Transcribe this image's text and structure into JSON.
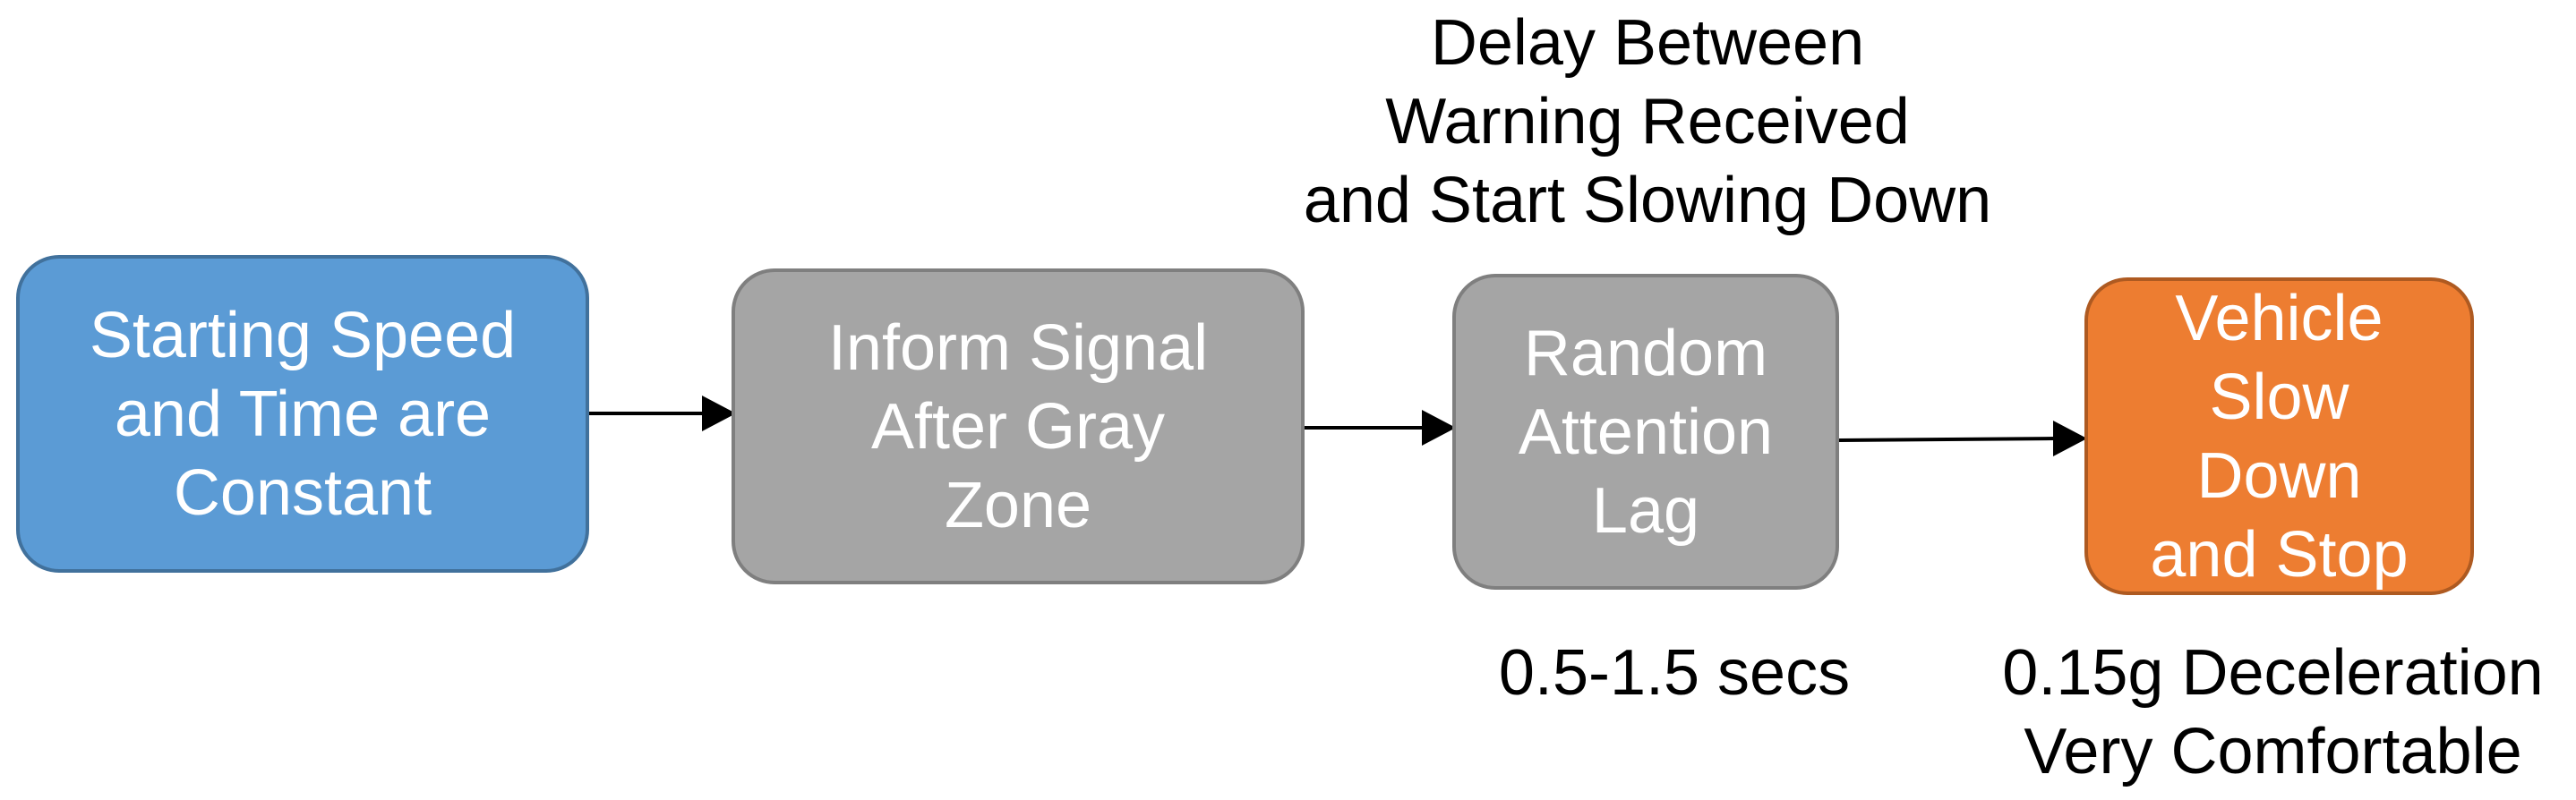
{
  "nodes": {
    "start": {
      "label": "Starting Speed\nand Time are\nConstant",
      "fill": "#5b9bd5"
    },
    "inform": {
      "label": "Inform Signal\nAfter Gray\nZone",
      "fill": "#a5a5a5"
    },
    "random": {
      "label": "Random\nAttention\nLag",
      "fill": "#a5a5a5"
    },
    "vehicle": {
      "label": "Vehicle\nSlow\nDown\nand Stop",
      "fill": "#ed7d31"
    }
  },
  "annotations": {
    "delay": "Delay Between\nWarning Received\nand Start Slowing Down",
    "lag": "0.5-1.5 secs",
    "decel": "0.15g Deceleration\nVery Comfortable"
  },
  "edges": [
    {
      "from": "start",
      "to": "inform"
    },
    {
      "from": "inform",
      "to": "random"
    },
    {
      "from": "random",
      "to": "vehicle"
    }
  ]
}
